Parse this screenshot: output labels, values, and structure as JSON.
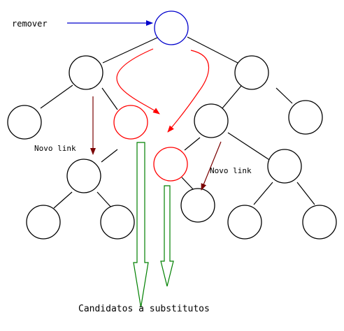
{
  "labels": {
    "remove": "remover",
    "new_link_left": "Novo link",
    "new_link_right": "Novo link",
    "candidates": "Candidatos a substitutos"
  },
  "colors": {
    "background": "#ffffff",
    "node_stroke": "#000000",
    "edge": "#000000",
    "removed_node": "#0000cc",
    "remove_arrow": "#0000cc",
    "candidate_node": "#ff0000",
    "search_path": "#ff0000",
    "new_link": "#7a0000",
    "candidate_arrow": "#008000"
  }
}
